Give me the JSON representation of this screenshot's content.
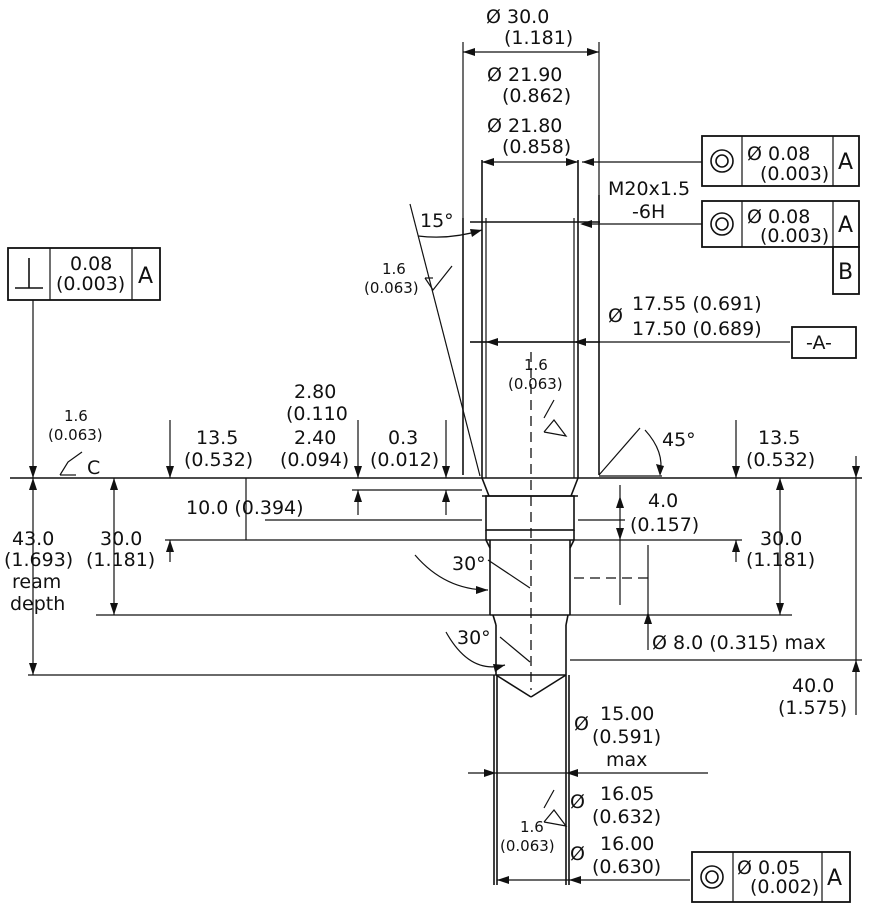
{
  "dims": {
    "top_dia_30": "Ø 30.0",
    "top_dia_30_in": "(1.181)",
    "dia_21_90": "Ø 21.90",
    "dia_21_90_in": "(0.862)",
    "dia_21_80": "Ø 21.80",
    "dia_21_80_in": "(0.858)",
    "thread_1": "M20x1.5",
    "thread_2": "-6H",
    "angle_15": "15°",
    "dia_17_prefix": "Ø",
    "dia_17_55": "17.55 (0.691)",
    "dia_17_50": "17.50 (0.689)",
    "d_2_80": "2.80",
    "d_0_110": "(0.110",
    "d_2_40": "2.40",
    "d_0_094": "(0.094)",
    "d_0_3": "0.3",
    "d_0_012": "(0.012)",
    "left_13_5": "13.5",
    "left_0_532": "(0.532)",
    "d_10_0": "10.0 (0.394)",
    "angle_45": "45°",
    "right_13_5": "13.5",
    "right_0_532": "(0.532)",
    "d_4_0": "4.0",
    "d_0_157": "(0.157)",
    "left_30_0": "30.0",
    "left_1_181": "(1.181)",
    "right_30_0": "30.0",
    "right_1_181": "(1.181)",
    "d_43_0": "43.0",
    "d_1_693": "(1.693)",
    "ream": "ream",
    "depth": "depth",
    "angle_30_a": "30°",
    "angle_30_b": "30°",
    "dia_8": "Ø 8.0 (0.315) max",
    "d_40_0": "40.0",
    "d_1_575": "(1.575)",
    "dia_15_prefix": "Ø",
    "dia_15_00": "15.00",
    "dia_0_591": "(0.591)",
    "dia_15_max": "max",
    "dia_16_prefix_a": "Ø",
    "dia_16_05": "16.05",
    "dia_0_632": "(0.632)",
    "dia_16_prefix_b": "Ø",
    "dia_16_00": "16.00",
    "dia_0_630": "(0.630)"
  },
  "finish": {
    "s1_val": "1.6",
    "s1_in": "(0.063)",
    "s2_val": "1.6",
    "s2_in": "(0.063)",
    "s3_val": "1.6",
    "s3_in": "(0.063)",
    "s3_ref": "C",
    "s4_val": "1.6",
    "s4_in": "(0.063)"
  },
  "frames": {
    "perp_val": "0.08",
    "perp_in": "(0.003)",
    "perp_datum": "A",
    "conc1_val": "Ø 0.08",
    "conc1_in": "(0.003)",
    "conc1_datum": "A",
    "conc2_val": "Ø 0.08",
    "conc2_in": "(0.003)",
    "conc2_datum_a": "A",
    "conc2_datum_b": "B",
    "conc3_val": "Ø 0.05",
    "conc3_in": "(0.002)",
    "conc3_datum": "A",
    "datum_a": "-A-"
  },
  "symbols": {
    "perpendicular": "perpendicularity-icon",
    "concentricity": "concentricity-icon",
    "surface_finish": "surface-finish-icon"
  }
}
